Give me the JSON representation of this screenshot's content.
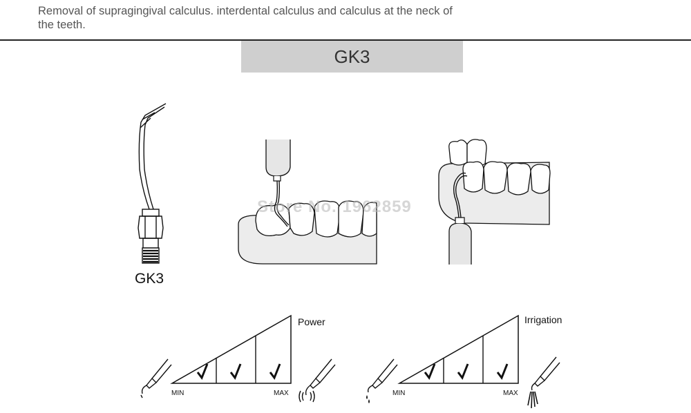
{
  "description": "Removal of supragingival calculus. interdental calculus and calculus at the neck of the teeth.",
  "tip_name": "GK3",
  "tip_label": "GK3",
  "watermark": "Store No. 1962859",
  "power_panel": {
    "title": "Power",
    "min_label": "MIN",
    "max_label": "MAX",
    "segments_checked": [
      true,
      true,
      true
    ]
  },
  "irrigation_panel": {
    "title": "Irrigation",
    "min_label": "MIN",
    "max_label": "MAX",
    "segments_checked": [
      true,
      true,
      true
    ]
  },
  "icons": [
    "scaler-tip-icon",
    "teeth-scaling-front-illustration",
    "teeth-scaling-back-illustration",
    "handpiece-dry-icon",
    "handpiece-vibration-icon",
    "handpiece-drip-icon",
    "handpiece-spray-icon",
    "checkmark-icon"
  ]
}
